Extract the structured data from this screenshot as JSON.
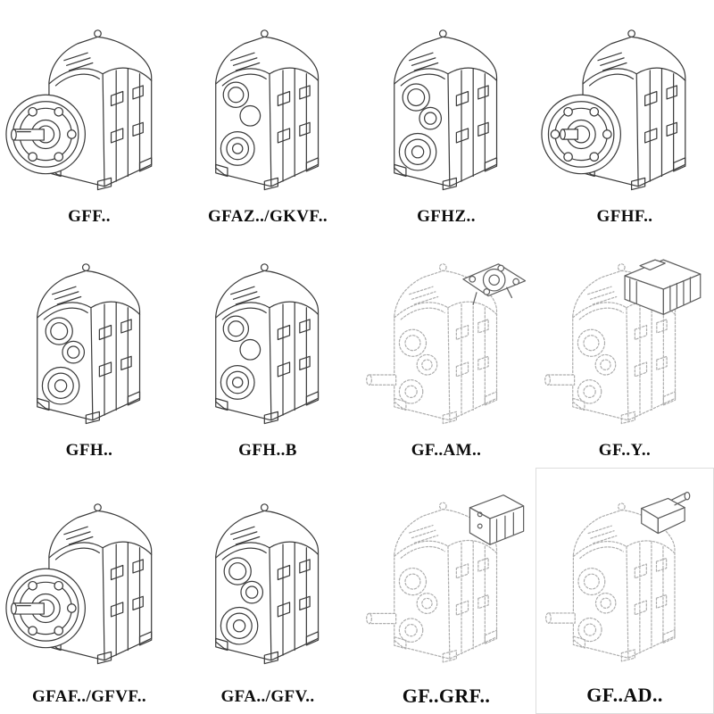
{
  "page": {
    "background": "#ffffff"
  },
  "colors": {
    "ink": "#3b3b3b",
    "faint_ink": "#aeaeae",
    "label": "#0d0d0d"
  },
  "catalog": {
    "rows": 3,
    "columns": 4,
    "items": [
      {
        "label": "GFF..",
        "drawing": "flange-mounted-gear-unit-with-output-shaft",
        "line_style": "solid"
      },
      {
        "label": "GFAZ../GKVF..",
        "drawing": "hollow-shaft-gear-unit",
        "line_style": "solid"
      },
      {
        "label": "GFHZ..",
        "drawing": "hollow-shaft-gear-unit-angled",
        "line_style": "solid"
      },
      {
        "label": "GFHF..",
        "drawing": "flange-mounted-hollow-shaft-gear-unit",
        "line_style": "solid"
      },
      {
        "label": "GFH..",
        "drawing": "shaft-mounted-gear-unit",
        "line_style": "solid"
      },
      {
        "label": "GFH..B",
        "drawing": "shaft-mounted-gear-unit-variant-b",
        "line_style": "solid"
      },
      {
        "label": "GF..AM..",
        "drawing": "gear-unit-with-iec-motor-adapter-flange",
        "line_style": "dashed-body-solid-adapter"
      },
      {
        "label": "GF..Y..",
        "drawing": "gear-unit-with-mounted-motor",
        "line_style": "dashed-body-solid-motor"
      },
      {
        "label": "GFAF../GFVF..",
        "drawing": "flange-mounted-gear-unit-with-output-shaft",
        "line_style": "solid"
      },
      {
        "label": "GFA../GFV..",
        "drawing": "foot-mounted-gear-unit",
        "line_style": "solid"
      },
      {
        "label": "GF..GRF..",
        "drawing": "gear-unit-with-input-adapter-block",
        "line_style": "dashed-body-solid-adapter"
      },
      {
        "label": "GF..AD..",
        "drawing": "gear-unit-with-input-shaft-adapter",
        "line_style": "dashed-body-solid-adapter"
      }
    ]
  }
}
